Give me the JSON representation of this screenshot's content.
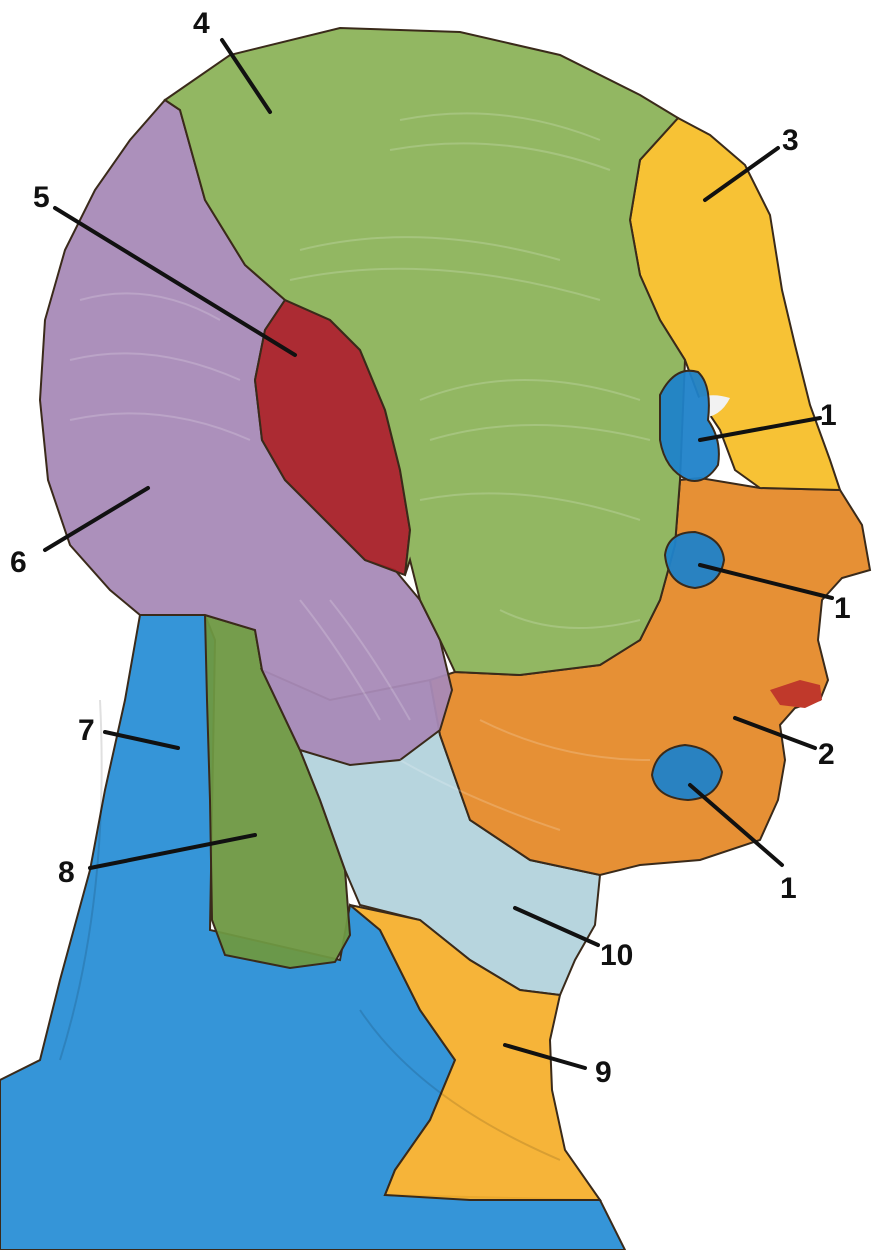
{
  "colors": {
    "background": "#ffffff",
    "region_1": "#1f82c9",
    "region_2": "#e58a2a",
    "region_3": "#f7bf2a",
    "region_4": "#8cb35a",
    "region_5": "#a82028",
    "region_6": "#a88ab7",
    "region_7": "#2a8fd6",
    "region_8": "#6e9842",
    "region_9": "#f5b02e",
    "region_10": "#b3d3dc",
    "lips": "#c0392b",
    "eye": "#f2f2f2"
  },
  "labels": [
    {
      "id": "label-1-eye",
      "text": "1"
    },
    {
      "id": "label-1-nose",
      "text": "1"
    },
    {
      "id": "label-1-chin",
      "text": "1"
    },
    {
      "id": "label-2",
      "text": "2"
    },
    {
      "id": "label-3",
      "text": "3"
    },
    {
      "id": "label-4",
      "text": "4"
    },
    {
      "id": "label-5",
      "text": "5"
    },
    {
      "id": "label-6",
      "text": "6"
    },
    {
      "id": "label-7",
      "text": "7"
    },
    {
      "id": "label-8",
      "text": "8"
    },
    {
      "id": "label-9",
      "text": "9"
    },
    {
      "id": "label-10",
      "text": "10"
    }
  ]
}
